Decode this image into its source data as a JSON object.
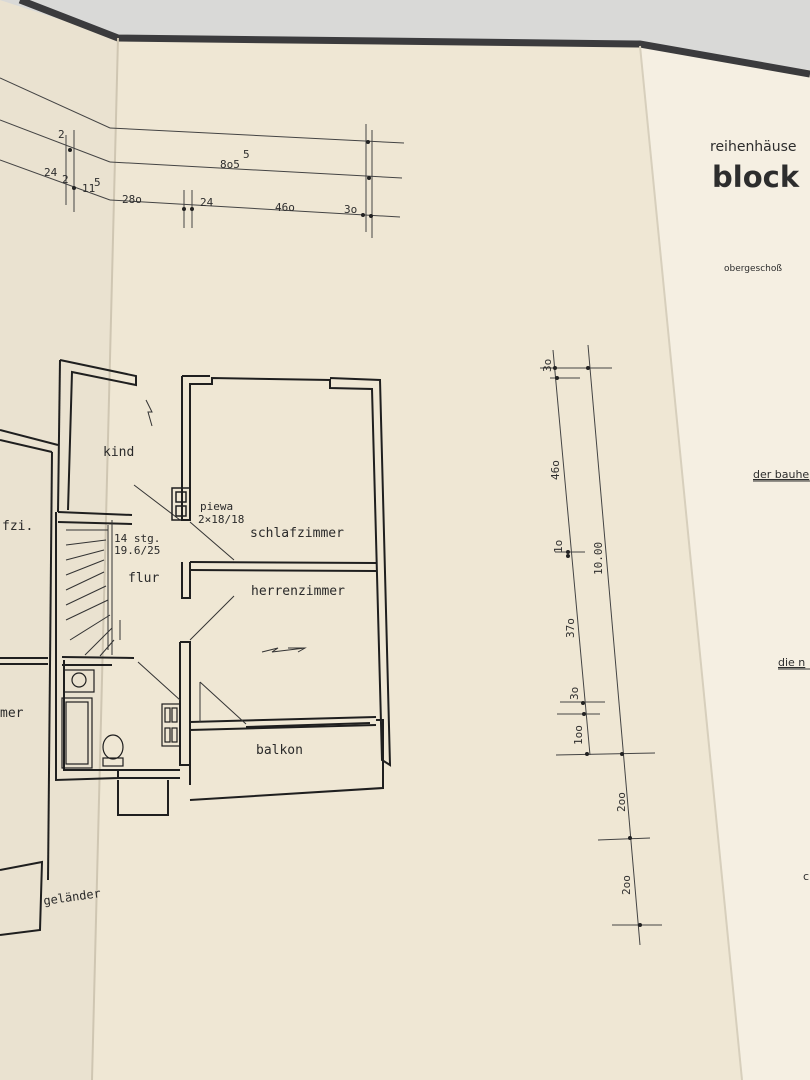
{
  "header": {
    "title_small": "reihenhäuse",
    "title_big": "block",
    "floor": "obergeschoß",
    "side_note_1": "der bauhe",
    "side_note_2": "die n",
    "side_note_3": "c"
  },
  "rooms": {
    "kind": "kind",
    "piewa": "piewa",
    "piewa_size": "2×18/18",
    "schlafzimmer": "schlafzimmer",
    "stairs": "14 stg.",
    "stairs_size": "19.6/25",
    "flur": "flur",
    "herrenzimmer": "herrenzimmer",
    "balkon": "balkon",
    "left_fzi": "fzi.",
    "left_mer": "mer",
    "gelaender": "geländer"
  },
  "top_dims": {
    "d2": "2",
    "d24": "24",
    "d2b": "2",
    "d115": "11",
    "d115_sup": "5",
    "d805": "8o5",
    "d805_sup": "5",
    "d280": "28o",
    "d24b": "24",
    "d460": "46o",
    "d30": "3o"
  },
  "side_dims": {
    "d30": "3o",
    "d460": "46o",
    "d10": "1o",
    "d1000": "10.00",
    "d370": "37o",
    "d30b": "3o",
    "d100": "1oo",
    "d200a": "2oo",
    "d200b": "2oo"
  }
}
